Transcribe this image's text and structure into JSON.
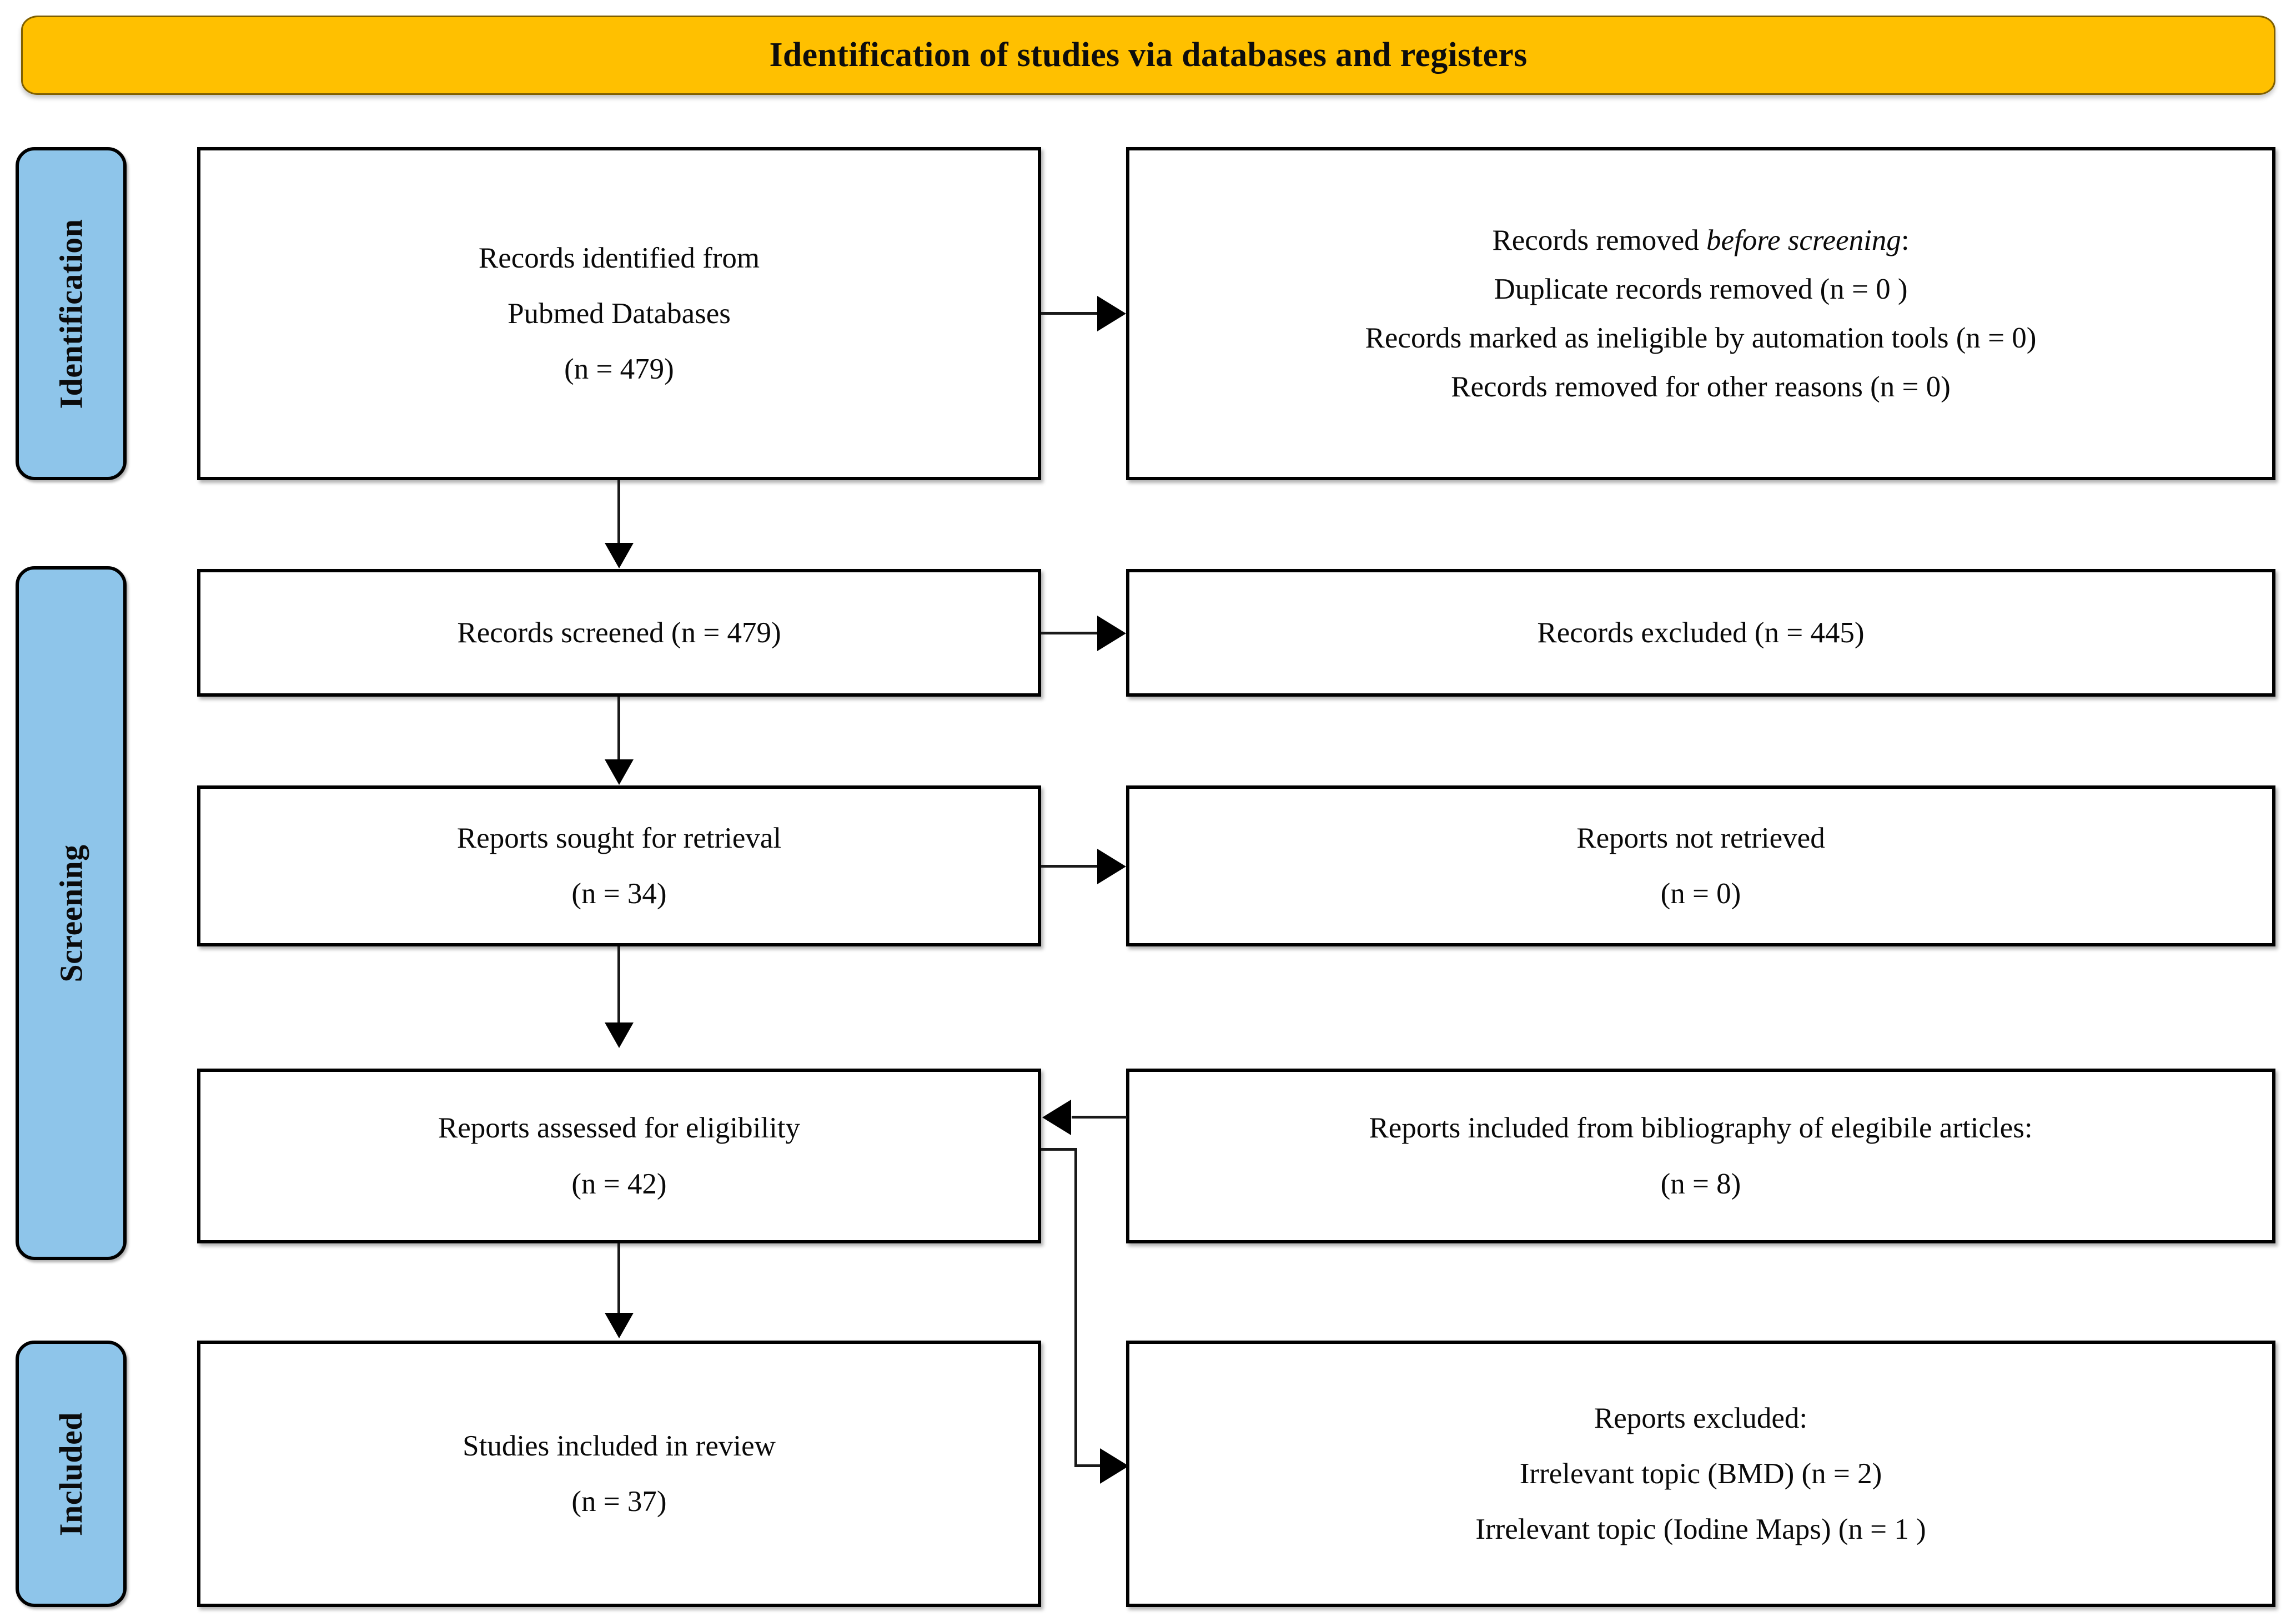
{
  "banner": {
    "title": "Identification of studies via databases and registers",
    "background_color": "#FFC000",
    "border_color": "#7F5F00"
  },
  "stages": [
    {
      "key": "identification",
      "label": "Identification",
      "color": "#8EC5EA"
    },
    {
      "key": "screening",
      "label": "Screening",
      "color": "#8EC5EA"
    },
    {
      "key": "included",
      "label": "Included",
      "color": "#8EC5EA"
    }
  ],
  "boxes": {
    "identified": {
      "line1": "Records identified from",
      "line2": "Pubmed Databases",
      "line3": "(n = 479)"
    },
    "removed_before_screening": {
      "line1_prefix": "Records removed ",
      "line1_italic": "before screening",
      "line1_suffix": ":",
      "line2": "Duplicate records removed (n = 0 )",
      "line3": "Records marked as ineligible by automation tools (n = 0)",
      "line4": "Records removed for other reasons (n = 0)"
    },
    "screened": {
      "line1": "Records screened (n = 479)"
    },
    "excluded_records": {
      "line1": "Records excluded (n = 445)"
    },
    "sought_for_retrieval": {
      "line1": "Reports sought for retrieval",
      "line2": "(n = 34)"
    },
    "not_retrieved": {
      "line1": "Reports not retrieved",
      "line2": "(n = 0)"
    },
    "assessed_for_eligibility": {
      "line1": "Reports assessed for eligibility",
      "line2": "(n = 42)"
    },
    "from_bibliography": {
      "line1": "Reports included from bibliography of elegibile articles:",
      "line2": "(n = 8)"
    },
    "studies_included": {
      "line1": "Studies included in review",
      "line2": "(n = 37)"
    },
    "reports_excluded": {
      "line1": "Reports excluded:",
      "line2": "Irrelevant topic (BMD) (n = 2)",
      "line3": "Irrelevant topic (Iodine Maps) (n = 1 )"
    }
  },
  "chart_data": {
    "type": "diagram",
    "title": "Identification of studies via databases and registers",
    "nodes": [
      {
        "id": "identified",
        "stage": "Identification",
        "column": "left",
        "text": "Records identified from Pubmed Databases",
        "n": 479
      },
      {
        "id": "removed",
        "stage": "Identification",
        "column": "right",
        "text": "Records removed before screening",
        "items": [
          {
            "text": "Duplicate records removed",
            "n": 0
          },
          {
            "text": "Records marked as ineligible by automation tools",
            "n": 0
          },
          {
            "text": "Records removed for other reasons",
            "n": 0
          }
        ]
      },
      {
        "id": "screened",
        "stage": "Screening",
        "column": "left",
        "text": "Records screened",
        "n": 479
      },
      {
        "id": "excluded",
        "stage": "Screening",
        "column": "right",
        "text": "Records excluded",
        "n": 445
      },
      {
        "id": "sought",
        "stage": "Screening",
        "column": "left",
        "text": "Reports sought for retrieval",
        "n": 34
      },
      {
        "id": "notretrieved",
        "stage": "Screening",
        "column": "right",
        "text": "Reports not retrieved",
        "n": 0
      },
      {
        "id": "assessed",
        "stage": "Screening",
        "column": "left",
        "text": "Reports assessed for eligibility",
        "n": 42
      },
      {
        "id": "bibliography",
        "stage": "Screening",
        "column": "right",
        "text": "Reports included from bibliography of elegibile articles",
        "n": 8
      },
      {
        "id": "studies",
        "stage": "Included",
        "column": "left",
        "text": "Studies included in review",
        "n": 37
      },
      {
        "id": "repexcluded",
        "stage": "Included",
        "column": "right",
        "text": "Reports excluded",
        "items": [
          {
            "text": "Irrelevant topic (BMD)",
            "n": 2
          },
          {
            "text": "Irrelevant topic (Iodine Maps)",
            "n": 1
          }
        ]
      }
    ],
    "edges": [
      {
        "from": "identified",
        "to": "removed",
        "direction": "right"
      },
      {
        "from": "identified",
        "to": "screened",
        "direction": "down"
      },
      {
        "from": "screened",
        "to": "excluded",
        "direction": "right"
      },
      {
        "from": "screened",
        "to": "sought",
        "direction": "down"
      },
      {
        "from": "sought",
        "to": "notretrieved",
        "direction": "right"
      },
      {
        "from": "sought",
        "to": "assessed",
        "direction": "down"
      },
      {
        "from": "bibliography",
        "to": "assessed",
        "direction": "left"
      },
      {
        "from": "assessed",
        "to": "studies",
        "direction": "down"
      },
      {
        "from": "assessed",
        "to": "repexcluded",
        "direction": "elbow-right"
      }
    ]
  }
}
